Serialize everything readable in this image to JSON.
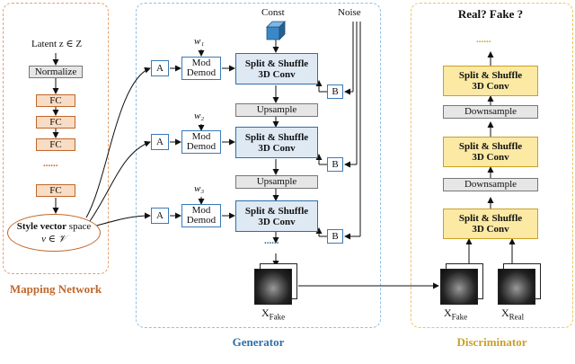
{
  "mapping": {
    "latent": "Latent z ∈ Z",
    "normalize": "Normalize",
    "fc": [
      "FC",
      "FC",
      "FC",
      "FC"
    ],
    "ellipsis": "......",
    "style_bold": "Style vector",
    "style_rest": " space",
    "style_math": "v ∈ 𝒱",
    "title": "Mapping Network"
  },
  "generator": {
    "const": "Const",
    "noise": "Noise",
    "a": "A",
    "b": "B",
    "mod": "Mod",
    "demod": "Demod",
    "w": [
      "w₁",
      "w₂",
      "w₃"
    ],
    "conv1": "Split & Shuffle",
    "conv2": "3D Conv",
    "upsample": "Upsample",
    "dots": "......",
    "xfake": "X",
    "xfake_sub": "Fake",
    "title": "Generator"
  },
  "discriminator": {
    "question": "Real? Fake ?",
    "dots": "......",
    "conv1": "Split & Shuffle",
    "conv2": "3D Conv",
    "downsample": "Downsample",
    "xfake": "X",
    "xfake_sub": "Fake",
    "xreal": "X",
    "xreal_sub": "Real",
    "title": "Discriminator"
  },
  "colors": {
    "mapping_accent": "#c0672a",
    "generator_accent": "#2f6ea8",
    "discriminator_accent": "#c9a026"
  }
}
